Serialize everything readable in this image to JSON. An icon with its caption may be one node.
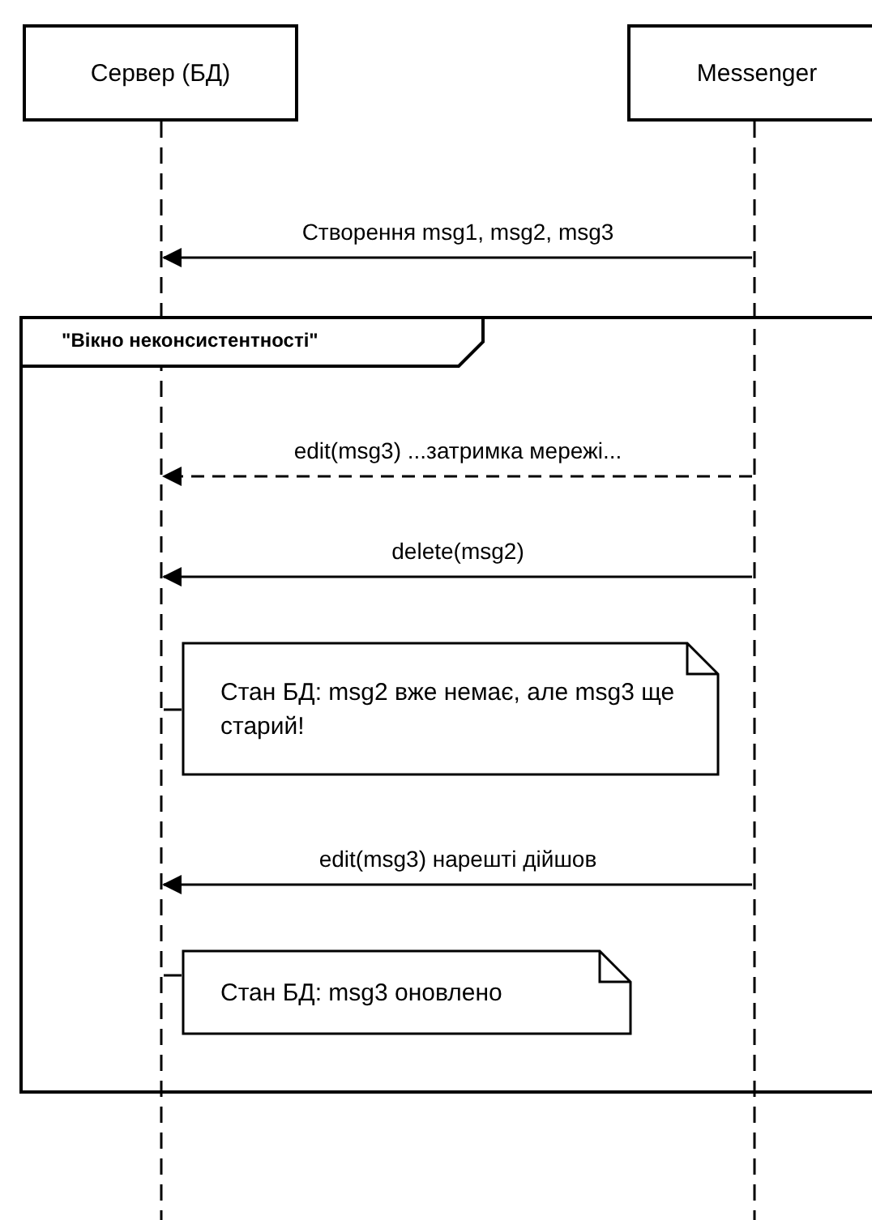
{
  "diagram": {
    "nodes": [
      {
        "text": [
          "Сервер (БД)"
        ]
      },
      {
        "text": [
          "Messenger"
        ]
      },
      {
        "text": [],
        "shape": "bar"
      },
      {
        "text": [],
        "shape": "bar"
      },
      {
        "text": [
          "\"Вікно неконсистентності\""
        ]
      },
      {
        "text": [
          "Стан БД: msg2 вже немає, але msg3 ще старий!"
        ],
        "in": 4
      },
      {
        "text": [
          "Стан БД: msg3 оновлено"
        ],
        "in": 4
      }
    ],
    "edges": [
      {
        "from": 3,
        "to": 2,
        "arrow": "to",
        "label": "Створення msg1, msg2, msg3"
      },
      {
        "from": 3,
        "to": 2,
        "arrow": "to",
        "label": "edit(msg3) ...затримка мережі...",
        "style": "dashed"
      },
      {
        "from": 3,
        "to": 2,
        "arrow": "to",
        "label": "delete(msg2)"
      },
      {
        "from": 3,
        "to": 2,
        "arrow": "to",
        "label": "edit(msg3) нарешті дійшов"
      },
      {
        "from": 5,
        "to": 2,
        "arrow": "none"
      },
      {
        "from": 6,
        "to": 2,
        "arrow": "none"
      }
    ]
  }
}
